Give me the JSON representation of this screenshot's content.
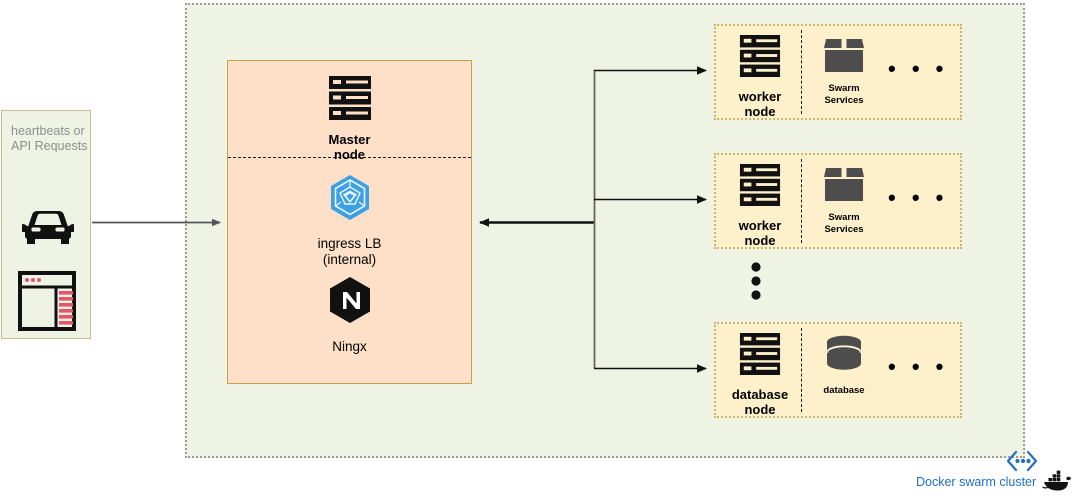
{
  "client": {
    "caption": "heartbeats or\nAPI Requests",
    "icons": [
      "car-icon",
      "browser-window-icon"
    ]
  },
  "master": {
    "node": {
      "icon": "server-rack-icon",
      "label": "Master\nnode"
    },
    "ingress": {
      "icon": "traefik-hexagon-icon",
      "label": "ingress LB\n(internal)"
    },
    "proxy": {
      "icon": "nginx-hexagon-icon",
      "label": "Ningx"
    }
  },
  "nodes": [
    {
      "node_icon": "server-rack-icon",
      "node_label": "worker\nnode",
      "service_icon": "package-box-icon",
      "service_label": "Swarm\nServices",
      "more": "• • •"
    },
    {
      "node_icon": "server-rack-icon",
      "node_label": "worker\nnode",
      "service_icon": "package-box-icon",
      "service_label": "Swarm\nServices",
      "more": "• • •"
    },
    {
      "node_icon": "server-rack-icon",
      "node_label": "database\nnode",
      "service_icon": "database-cylinder-icon",
      "service_label": "database",
      "more": "• • •"
    }
  ],
  "footer": {
    "label": "Docker swarm cluster",
    "chevron_icon": "cluster-chevron-icon",
    "logo_icon": "docker-whale-icon"
  },
  "colors": {
    "cluster_bg": "#eef3e3",
    "cluster_border": "#9a9a9a",
    "master_bg": "#fde0c7",
    "master_border": "#c7a24a",
    "node_bg": "#fdf0ca",
    "node_border": "#c7b77a",
    "accent_blue": "#1f6fc4",
    "ingress_blue": "#3da0e3",
    "service_gray": "#4d4d4d",
    "caption_gray": "#8f8f8f",
    "connector_gray": "#666666",
    "connector_black": "#1a1a1a"
  }
}
